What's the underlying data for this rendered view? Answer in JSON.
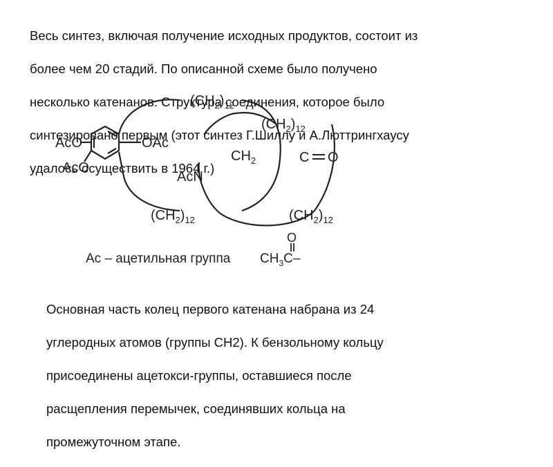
{
  "intro": {
    "lines": [
      "Весь синтез, включая получение исходных продуктов, состоит из",
      "более чем 20 стадий. По описанной схеме было получено",
      "несколько катенанов. Структура соединения, которое было",
      "синтезировано первым (этот синтез Г.Шиллу и А.Люттрингхаусу",
      "удалось осуществить в 1964 г.)"
    ]
  },
  "scheme": {
    "ch2_12": "(CH2)12",
    "ch2": "CH2",
    "aco": "AcO",
    "oac": "OAc",
    "acn": "AcN",
    "carbonyl_c": "C",
    "carbonyl_o": "O",
    "legend": "Ac – ацетильная группа",
    "acetyl_formula": "CH3C",
    "acetyl_o": "O"
  },
  "outro": {
    "lines": [
      "Основная часть колец первого катенана набрана из 24",
      "углеродных атомов (группы CH2). К бензольному кольцу",
      "присоединены ацетокси-группы, оставшиеся после",
      "расщепления перемычек, соединявших кольца на",
      "промежуточном этапе."
    ]
  }
}
